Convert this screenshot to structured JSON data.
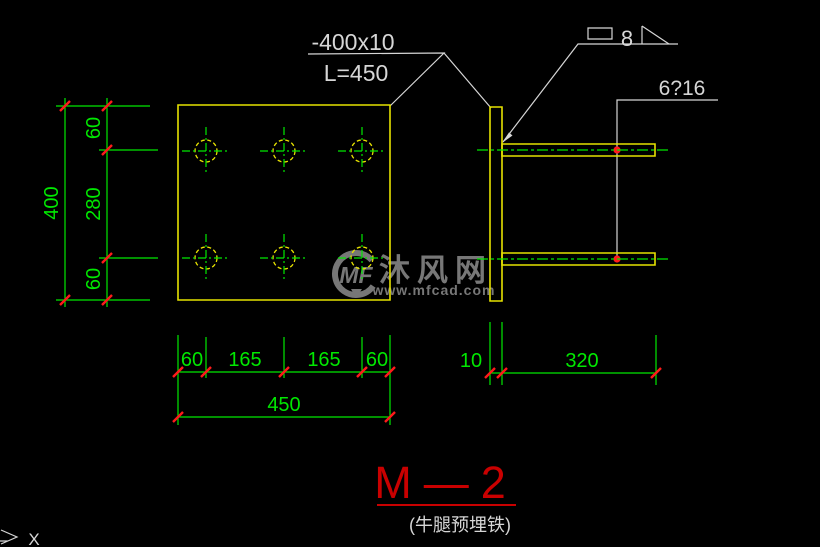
{
  "labels": {
    "plate_spec": "-400x10",
    "plate_length": "L=450",
    "weld_size": "8",
    "rebar_spec": "6?16",
    "axis_x": "X"
  },
  "dimensions": {
    "left": {
      "overall": "400",
      "segments": [
        "60",
        "280",
        "60"
      ]
    },
    "bottom": {
      "overall": "450",
      "segments": [
        "60",
        "165",
        "165",
        "60"
      ]
    },
    "side": {
      "plate_thickness": "10",
      "bar_span": "320"
    }
  },
  "title": {
    "mark": "M—2",
    "caption": "(牛腿预埋铁)"
  },
  "watermark": {
    "logo": "MF",
    "site_name": "沐风网",
    "site_url": "www.mfcad.com"
  },
  "colors": {
    "background": "#000000",
    "yellow": "#e6e200",
    "green": "#00e800",
    "red": "#ff1a1a",
    "title_red": "#c90000",
    "cad_white": "#d6d6d6",
    "gray": "#8c8c8c"
  }
}
